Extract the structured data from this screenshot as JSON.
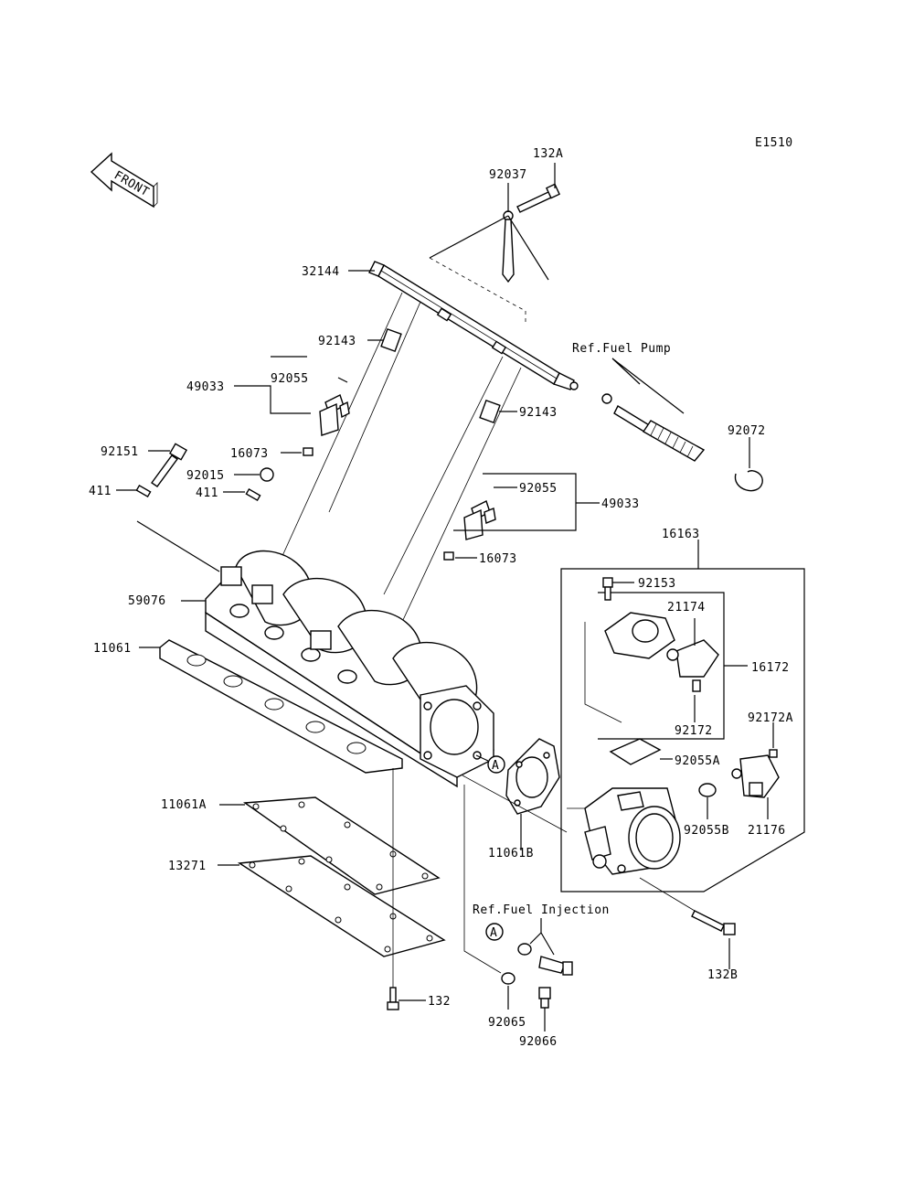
{
  "diagram_code": "E1510",
  "front_label": "FRONT",
  "callout_circle": "A",
  "refs": {
    "fuel_pump": "Ref.Fuel Pump",
    "fuel_injection": "Ref.Fuel Injection"
  },
  "parts": {
    "p132A": "132A",
    "p92037": "92037",
    "p32144": "32144",
    "p92143_left": "92143",
    "p92055_left": "92055",
    "p49033_left": "49033",
    "p92151": "92151",
    "p16073_left": "16073",
    "p92015": "92015",
    "p411_left": "411",
    "p411_right": "411",
    "p92143_right": "92143",
    "p92072": "92072",
    "p92055_right": "92055",
    "p49033_right": "49033",
    "p16073_right": "16073",
    "p16163": "16163",
    "p92153": "92153",
    "p59076": "59076",
    "p21174": "21174",
    "p16172": "16172",
    "p11061": "11061",
    "p92172": "92172",
    "p92172A": "92172A",
    "p92055A": "92055A",
    "p11061A": "11061A",
    "p92055B": "92055B",
    "p21176": "21176",
    "p11061B": "11061B",
    "p13271": "13271",
    "p132B": "132B",
    "p132": "132",
    "p92065": "92065",
    "p92066": "92066"
  }
}
